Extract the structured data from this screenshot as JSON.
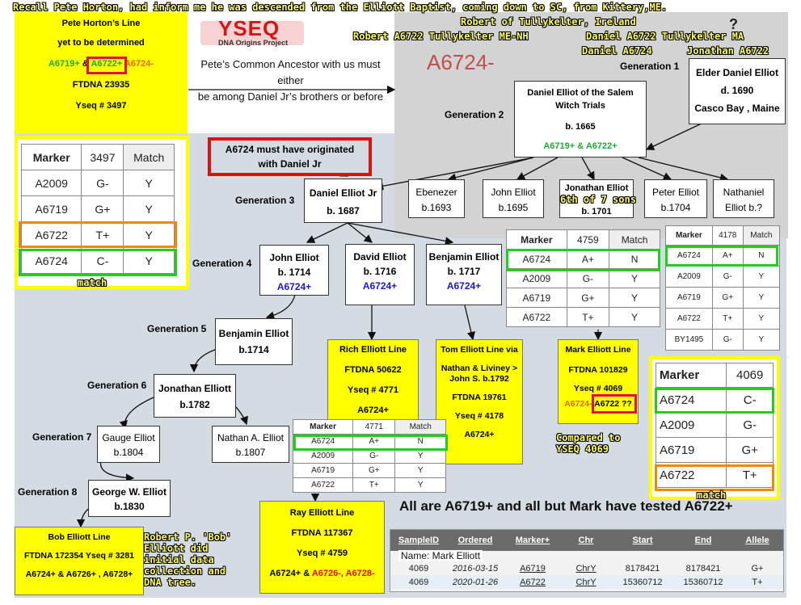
{
  "header": {
    "line1": "Recall Pete Horton, had inform me he was descended from the Elliott Baptist, coming down to SC, from Kittery,ME.",
    "robert_tullykelter": "Robert of Tullykelter, Ireland",
    "robert_a6722": "Robert A6722 Tullykelter ME-NH",
    "daniel_a6722": "Daniel A6722 Tullykelter MA",
    "daniel_a6724": "Daniel A6724",
    "jonathan_a6722": "Jonathan A6722",
    "question": "?"
  },
  "pete_box": {
    "title": "Pete Horton’s Line",
    "subtitle": "yet to be determined",
    "snp_a6719": "A6719+",
    "amp": "&",
    "snp_a6722": "A6722+",
    "snp_a6724": "A6724-",
    "ftdna": "FTDNA  23935",
    "yseq": "Yseq # 3497"
  },
  "logo": {
    "name": "YSEQ",
    "tagline": "DNA Origins Project"
  },
  "ancestor_note": {
    "line1": "Pete’s Common Ancestor with us must either",
    "line2": "be among Daniel Jr’s brothers or before"
  },
  "a6724_label": "A6724-",
  "originated_note": {
    "line1": "A6724 must have originated",
    "line2": "with Daniel Jr"
  },
  "generations": {
    "g1": "Generation 1",
    "g2": "Generation 2",
    "g3": "Generation 3",
    "g4": "Generation 4",
    "g5": "Generation 5",
    "g6": "Generation 6",
    "g7": "Generation 7",
    "g8": "Generation 8"
  },
  "people": {
    "elder_daniel": {
      "name": "Elder Daniel Elliot",
      "dates": "d. 1690",
      "place": "Casco Bay , Maine"
    },
    "daniel_salem": {
      "name1": "Daniel Elliot  of the Salem",
      "name2": "Witch Trials",
      "dates": "b. 1665",
      "snp": "A6719+ & A6722+"
    },
    "daniel_jr": {
      "name": "Daniel Elliot Jr",
      "dates": "b. 1687"
    },
    "ebenezer": {
      "name": "Ebenezer",
      "dates": "b.1693"
    },
    "john_1695": {
      "name": "John Elliot",
      "dates": "b.1695"
    },
    "jonathan_1701": {
      "name": "Jonathan Elliot",
      "note": "6th of 7 sons",
      "dates": "b. 1701"
    },
    "peter": {
      "name": "Peter Elliot",
      "dates": "b.1704"
    },
    "nathaniel": {
      "name": "Nathaniel",
      "dates": "Elliot b.?"
    },
    "john_1714": {
      "name": "John Elliot",
      "dates": "b. 1714",
      "snp": "A6724+"
    },
    "david": {
      "name": "David Elliot",
      "dates": "b. 1716",
      "snp": "A6724+"
    },
    "benjamin_1717": {
      "name": "Benjamin Elliot",
      "dates": "b. 1717",
      "snp": "A6724+"
    },
    "benjamin_1714": {
      "name": "Benjamin Elliot",
      "dates": "b.1714"
    },
    "jonathan_1782": {
      "name": "Jonathan Elliott",
      "dates": "b.1782"
    },
    "gauge": {
      "name": "Gauge Elliot",
      "dates": "b.1804"
    },
    "nathan": {
      "name": "Nathan A. Elliot",
      "dates": "b.1807"
    },
    "george": {
      "name": "George W. Elliot",
      "dates": "b.1830"
    }
  },
  "lines": {
    "rich": {
      "title": "Rich Elliott Line",
      "ftdna": "FTDNA  50622",
      "yseq": "Yseq # 4771",
      "snp": "A6724+"
    },
    "tom": {
      "title": "Tom Elliott Line via",
      "l2": "Nathan & Liviney >",
      "l3": "John S. b.1792",
      "ftdna": "FTDNA 19761",
      "yseq": "Yseq # 4178",
      "snp": "A6724+"
    },
    "mark": {
      "title": "Mark Elliott Line",
      "ftdna": "FTDNA 101829",
      "yseq": "Yseq #  4069",
      "snp1": "A6724-",
      "snp2": "A6722 ??"
    },
    "ray": {
      "title": "Ray Elliott Line",
      "ftdna": "FTDNA  117367",
      "yseq": "Yseq # 4759",
      "snp1": "A6724+ &",
      "snp2": "A6726-, A6728-"
    },
    "bob": {
      "title": "Bob Elliott Line",
      "ftdna": "FTDNA  172354  Yseq # 3281",
      "snp": "A6724+ & A6726+ , A6728+"
    }
  },
  "annotations": {
    "match1": "match",
    "match2": "match",
    "compared": "Compared to",
    "yseq4069": "YSEQ 4069",
    "bob_note": [
      "Robert P. 'Bob'",
      "Elliott did",
      "initial data",
      "collection and",
      "DNA tree."
    ]
  },
  "summary": "All are A6719+ and all but Mark have tested A6722+",
  "marker_tables": {
    "t3497": {
      "header": [
        "Marker",
        "3497",
        "Match"
      ],
      "rows": [
        [
          "A2009",
          "G-",
          "Y"
        ],
        [
          "A6719",
          "G+",
          "Y"
        ],
        [
          "A6722",
          "T+",
          "Y"
        ],
        [
          "A6724",
          "C-",
          "Y"
        ]
      ]
    },
    "t4759": {
      "header": [
        "Marker",
        "4759",
        "Match"
      ],
      "rows": [
        [
          "A6724",
          "A+",
          "N"
        ],
        [
          "A2009",
          "G-",
          "Y"
        ],
        [
          "A6719",
          "G+",
          "Y"
        ],
        [
          "A6722",
          "T+",
          "Y"
        ]
      ]
    },
    "t4178": {
      "header": [
        "Marker",
        "4178",
        "Match"
      ],
      "rows": [
        [
          "A6724",
          "A+",
          "N"
        ],
        [
          "A2009",
          "G-",
          "Y"
        ],
        [
          "A6719",
          "G+",
          "Y"
        ],
        [
          "A6722",
          "T+",
          "Y"
        ],
        [
          "BY1495",
          "G-",
          "Y"
        ]
      ]
    },
    "t4069": {
      "header": [
        "Marker",
        "4069"
      ],
      "rows": [
        [
          "A6724",
          "C-"
        ],
        [
          "A2009",
          "G-"
        ],
        [
          "A6719",
          "G+"
        ],
        [
          "A6722",
          "T+"
        ]
      ]
    },
    "t4771": {
      "header": [
        "Marker",
        "4771",
        "Match"
      ],
      "rows": [
        [
          "A6724",
          "A+",
          "N"
        ],
        [
          "A2009",
          "G-",
          "Y"
        ],
        [
          "A6719",
          "G+",
          "Y"
        ],
        [
          "A6722",
          "T+",
          "Y"
        ]
      ]
    }
  },
  "sample_table": {
    "headers": [
      "SampleID",
      "Ordered",
      "Marker+",
      "Chr",
      "Start",
      "End",
      "Allele"
    ],
    "name_label": "Name: Mark Elliott",
    "rows": [
      [
        "4069",
        "2016-03-15",
        "A6719",
        "ChrY",
        "8178421",
        "8178421",
        "G+"
      ],
      [
        "4069",
        "2020-01-26",
        "A6722",
        "ChrY",
        "15360712",
        "15360712",
        "T+"
      ]
    ]
  },
  "colors": {
    "yellow": "#ffff00",
    "green_highlight": "#22cc22",
    "orange_highlight": "#ee8a00",
    "red_highlight": "#e0104a",
    "bg_grey": "#d3d3d3",
    "bg_blue": "#d4dbe3"
  }
}
